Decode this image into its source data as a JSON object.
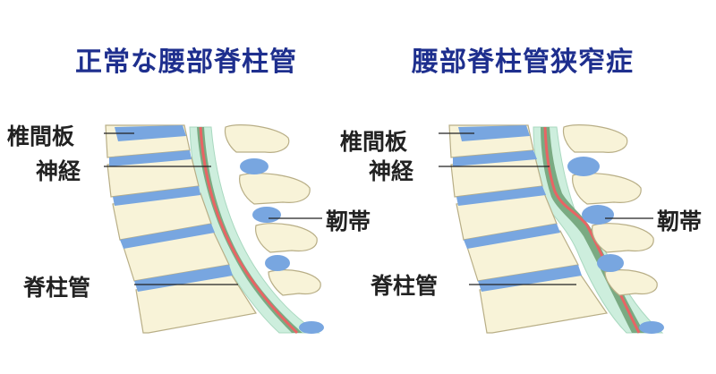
{
  "panels": {
    "normal": {
      "title": "正常な腰部脊柱管",
      "labels": {
        "disc": "椎間板",
        "nerve": "神経",
        "ligament": "靭帯",
        "canal": "脊柱管"
      }
    },
    "stenosis": {
      "title": "腰部脊柱管狭窄症",
      "labels": {
        "disc": "椎間板",
        "nerve": "神経",
        "ligament": "靭帯",
        "canal": "脊柱管"
      }
    }
  },
  "colors": {
    "title": "#1e2f8e",
    "bone": "#f8f3d8",
    "bone_outline": "#b8ae86",
    "disc": "#78a6e0",
    "canal": "#cdeedd",
    "canal_edge": "#a8d8bf",
    "nerve_sheath": "#7aaa82",
    "nerve_core": "#e86464"
  }
}
